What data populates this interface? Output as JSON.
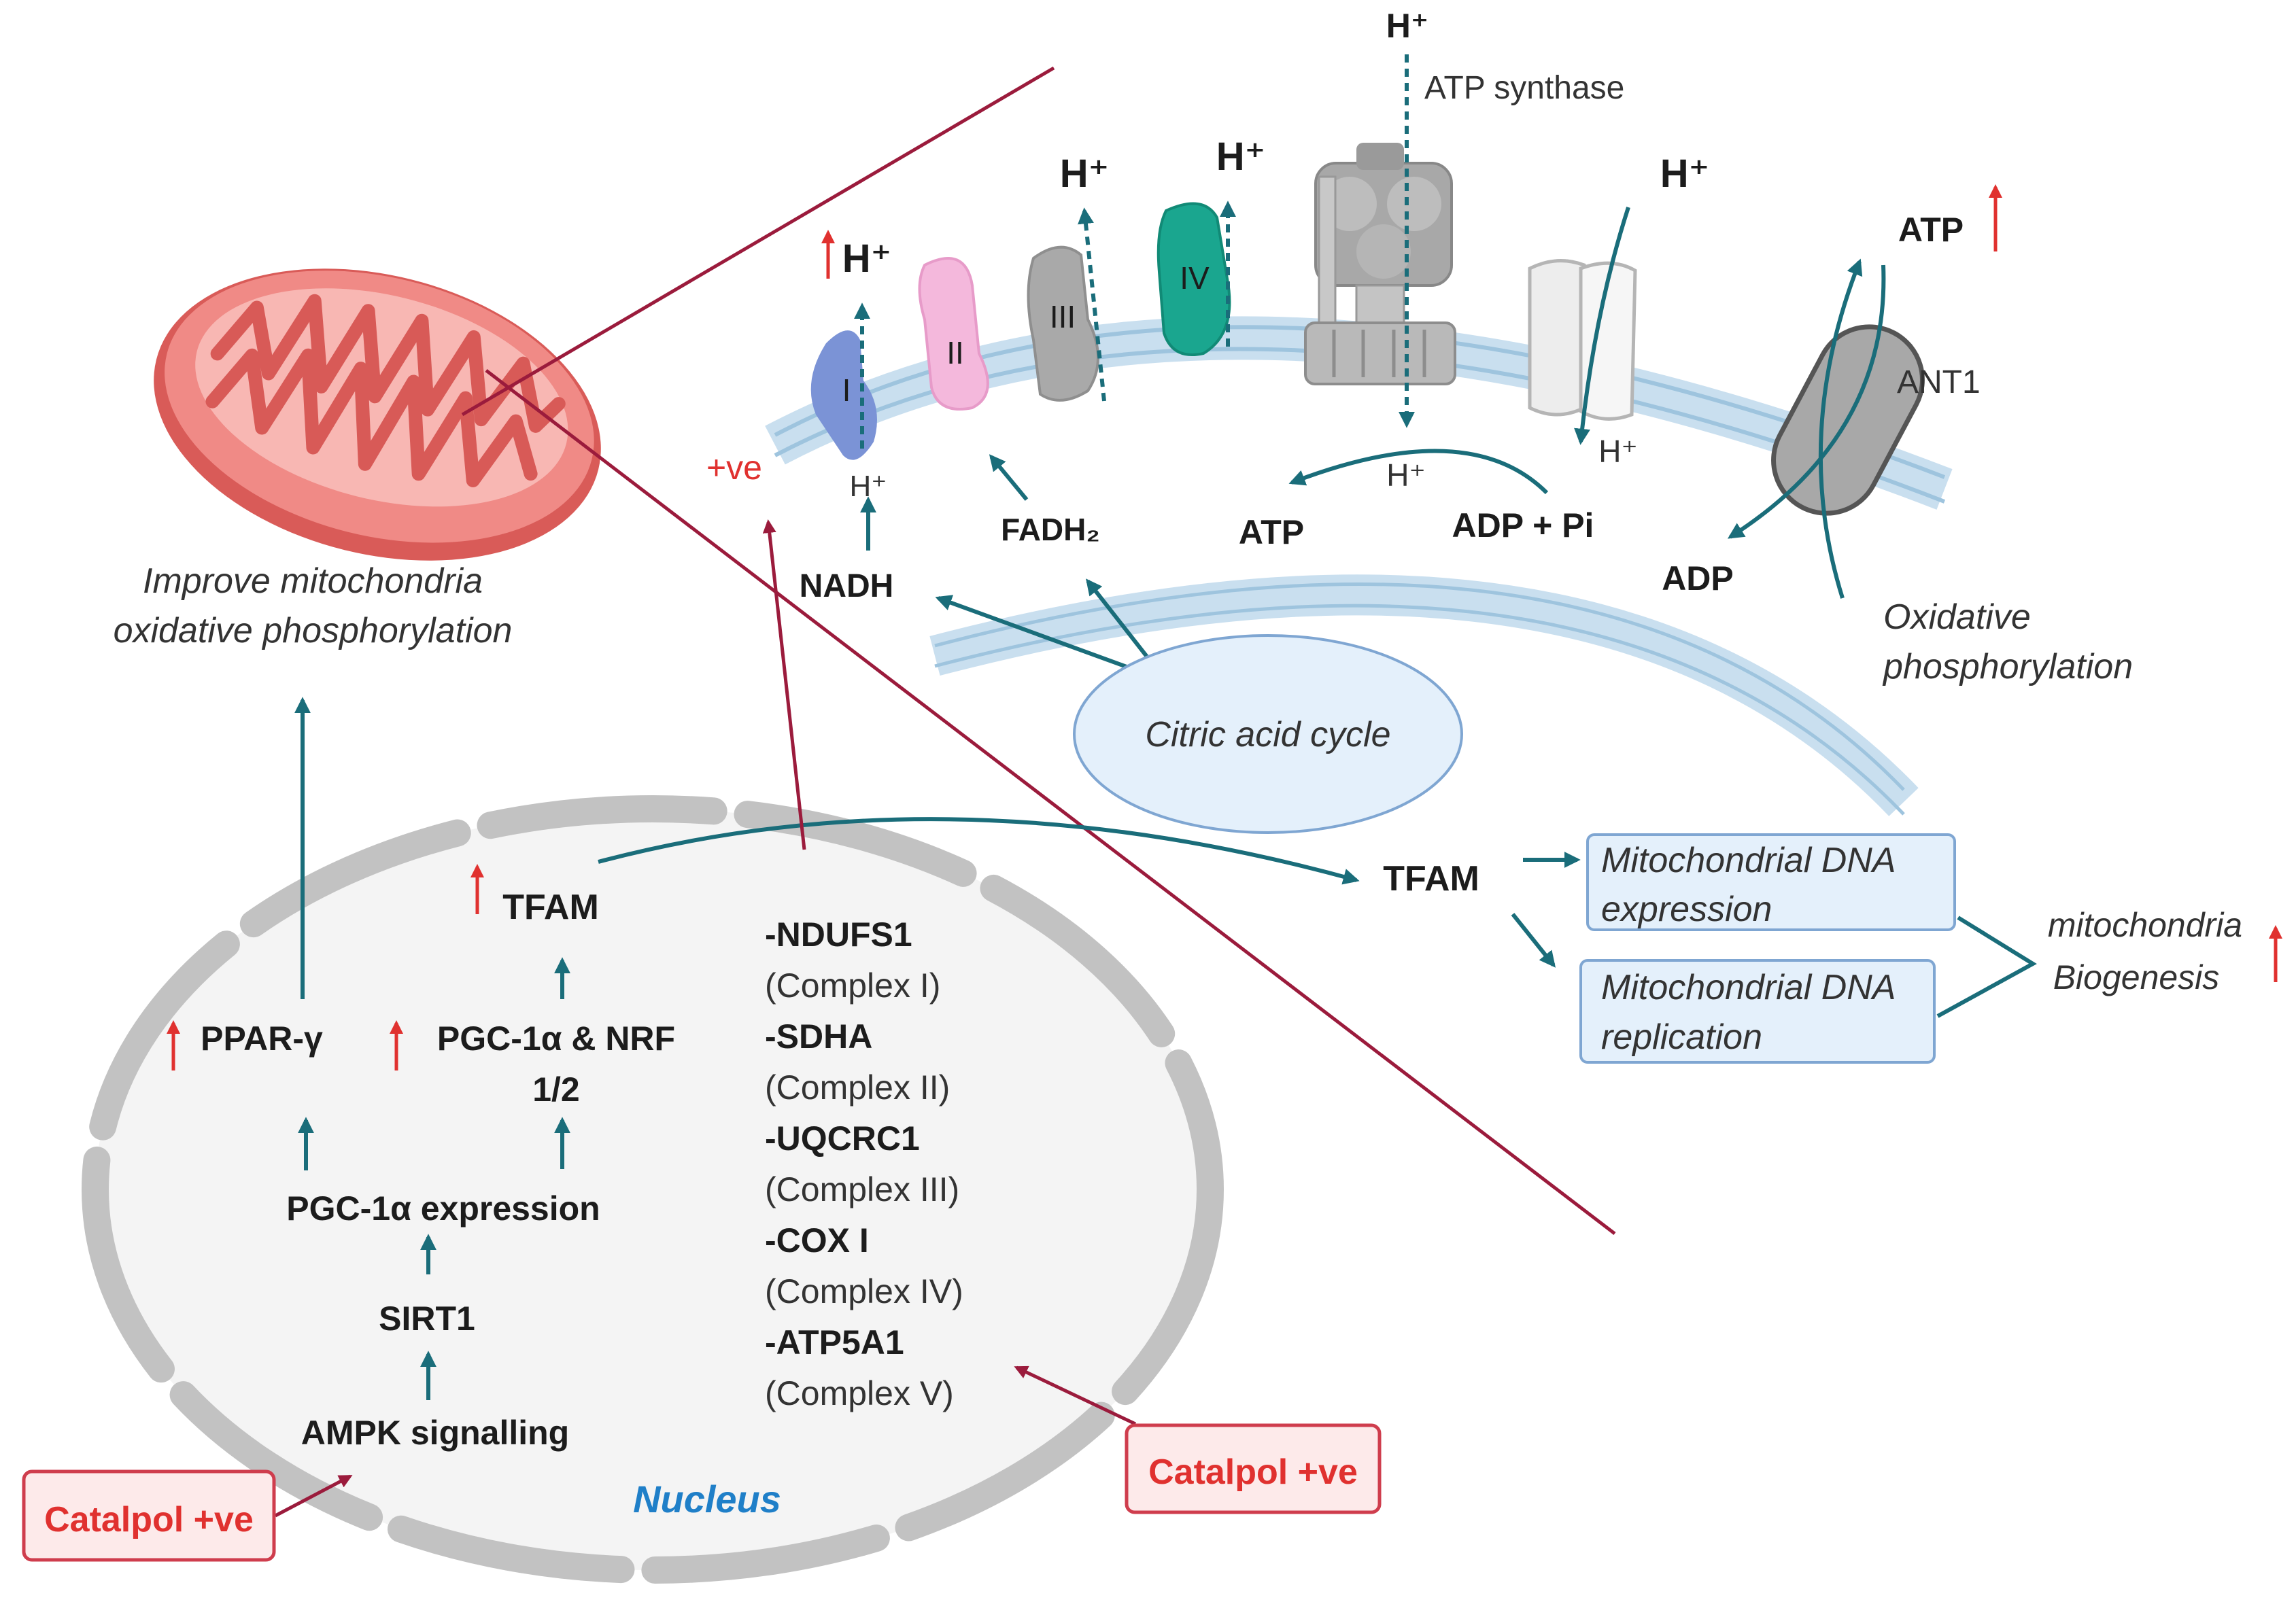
{
  "labels": {
    "h_plus": "H⁺",
    "atp_synthase": "ATP synthase",
    "complex_1": "I",
    "complex_2": "II",
    "complex_3": "III",
    "complex_4": "IV",
    "atp_top": "ATP",
    "ant1": "ANT1",
    "plus_ve": "+ve",
    "nadh": "NADH",
    "fadh2": "FADH₂",
    "atp_mid": "ATP",
    "adp_pi": "ADP + Pi",
    "adp": "ADP",
    "ox_phos_1": "Oxidative",
    "ox_phos_2": "phosphorylation",
    "citric": "Citric acid cycle",
    "improve_1": "Improve mitochondria",
    "improve_2": "oxidative phosphorylation",
    "tfam_right": "TFAM",
    "mtdna_expr_1": "Mitochondrial DNA",
    "mtdna_expr_2": "expression",
    "mtdna_repl_1": "Mitochondrial DNA",
    "mtdna_repl_2": "replication",
    "biogen_1": "mitochondria",
    "biogen_2": "Biogenesis",
    "tfam_nucleus": "TFAM",
    "ppar": "PPAR-γ",
    "pgc_nrf_1": "PGC-1α & NRF",
    "pgc_nrf_2": "1/2",
    "pgc_expr": "PGC-1α expression",
    "sirt1": "SIRT1",
    "ampk": "AMPK signalling",
    "nucleus": "Nucleus",
    "catalpol_left": "Catalpol +ve",
    "catalpol_right": "Catalpol +ve"
  },
  "genes": [
    {
      "name": "-NDUFS1",
      "complex": "(Complex I)"
    },
    {
      "name": "-SDHA",
      "complex": " (Complex II)"
    },
    {
      "name": "-UQCRC1",
      "complex": "(Complex III)"
    },
    {
      "name": "-COX I",
      "complex": "(Complex IV)"
    },
    {
      "name": "-ATP5A1",
      "complex": "(Complex V)"
    }
  ],
  "colors": {
    "teal_arrow": "#1a6d7a",
    "maroon_line": "#9b1b3c",
    "red_up": "#e0312f",
    "complex_1": "#7b93d6",
    "complex_2": "#f4b8dc",
    "complex_3": "#a9a9a9",
    "complex_4": "#1aa68f",
    "membrane": "#c9dfef",
    "mitochondria": "#ee7b78",
    "nucleus_fill": "#f4f4f4",
    "nucleus_dash": "#c2c2c2",
    "box_fill": "#e4f0fb",
    "catalpol_fill": "#fdeaea"
  }
}
